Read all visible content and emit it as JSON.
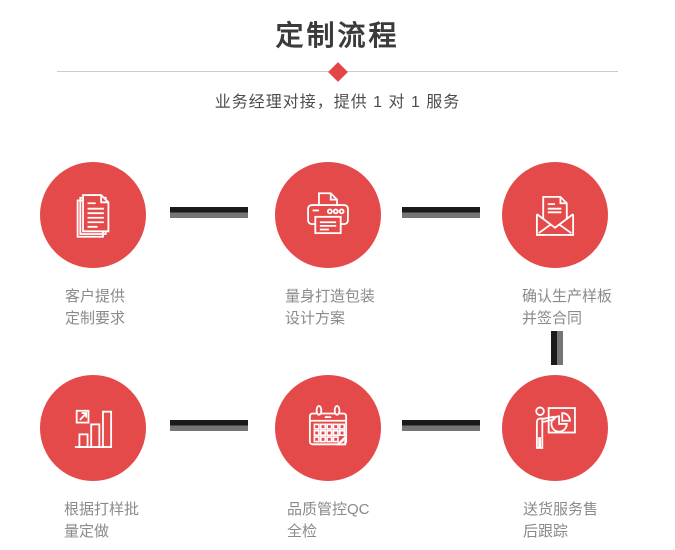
{
  "header": {
    "title": "定制流程",
    "subtitle": "业务经理对接，提供 1 对 1 服务"
  },
  "colors": {
    "accent_red": "#e54a4a",
    "diamond_red": "#e24646",
    "title_text": "#3b3b3b",
    "subtitle_text": "#4d4d4d",
    "label_text": "#8a8a8a",
    "connector_dark": "#1a1a1a",
    "connector_gray": "#757575",
    "divider_gray": "#cccccc"
  },
  "steps": [
    {
      "icon": "documents-icon",
      "label": [
        "客户提供",
        "定制要求"
      ]
    },
    {
      "icon": "printer-icon",
      "label": [
        "量身打造包装",
        "设计方案"
      ]
    },
    {
      "icon": "envelope-icon",
      "label": [
        "确认生产样板",
        "并签合同"
      ]
    },
    {
      "icon": "bar-chart-icon",
      "label": [
        "根据打样批",
        "量定做"
      ]
    },
    {
      "icon": "calendar-icon",
      "label": [
        "品质管控QC",
        "全检"
      ]
    },
    {
      "icon": "presentation-icon",
      "label": [
        "送货服务售",
        "后跟踪"
      ]
    }
  ]
}
